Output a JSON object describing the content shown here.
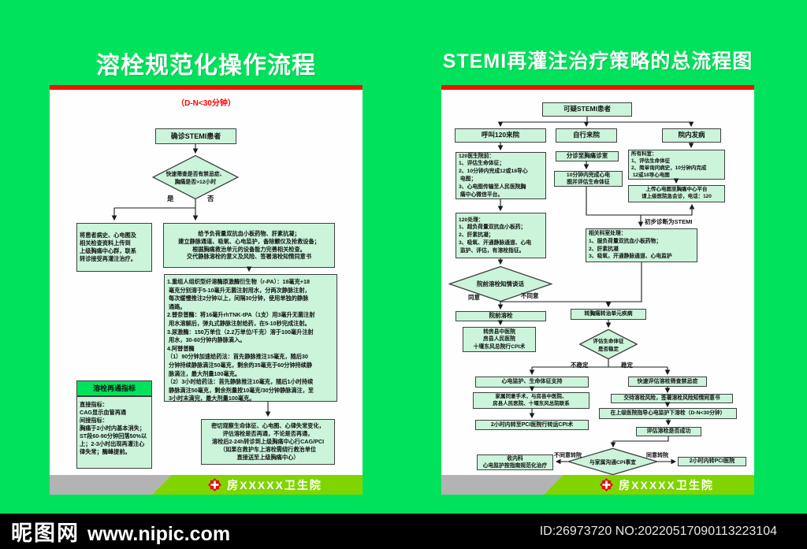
{
  "colors": {
    "bg_green": "#00E25C",
    "red_bar": "#EC1505",
    "red_text": "#FF0000",
    "box_fill": "#CBF4DB",
    "box_border": "#3F3F3F",
    "footer_green": "#80D500",
    "footer_gray": "#B3B3B3"
  },
  "left": {
    "title": "溶栓规范化操作流程",
    "dn_label": "（D-N<30分钟）",
    "footer_label": "房XXXXX卫生院",
    "nodes": {
      "confirm": "确诊STEMI患者",
      "screen": "快速筛查是否有禁忌症、\n胸痛是否>12小时",
      "yes": "是",
      "no": "否",
      "transfer_up": "将患者病史、心电图及\n相关检查资料上传到\n上级胸痛中心群，联系\n转诊接受再灌注治疗。",
      "prepare": "给予负荷量双抗血小板药物、肝素抗凝；\n建立静脉通道、吸氧、心电监护，备除颤仪及抢救设备；\n根据胸痛救治单元的设备能力完善相关检查。\n交代静脉溶栓的意义及风险、签署溶栓知情同意书",
      "drugs": "1.重组人组织型纤溶酶原激酶衍生物（r-PA）：18毫克+18\n 毫克分别溶于5-10毫升无菌注射用水，分两次静脉注射，\n 每次缓慢推注2分钟以上，间隔30分钟，使用单独的静脉\n 通路。\n2.替奈普酶：将16毫升rhTNK-tPA（1支）用3毫升无菌注射\n 用水溶解后，弹丸式静脉注射给药，在5-10秒完成注射。\n3.尿激酶：150万单位（2.2万单位/千克）溶于100毫升注射\n 用水，30-60分钟内静脉滴入。\n4.阿替普酶\n（1）90分钟加速给药法：首先静脉推注15毫克，随后30\n 分钟持续静脉滴注50毫克，剩余的35毫克于60分钟持续静\n 脉滴注，最大剂量100毫克。\n（2）3小时给药法：首先静脉推注10毫克，随后1小时持续\n 静脉滴注50毫克，剩余剂量按10毫克/30分钟静脉滴注，至\n 3小时末滴完，最大剂量100毫克。",
      "observe": "密切观察生命体征、心电图、心律失常变化，\n评估溶栓是否再通，不论是否再通，\n溶栓后2-24h转诊到上级胸痛中心行CAG/PCI\n（如果在救护车上溶栓需绕行救治单位\n直接送至上级胸痛中心）",
      "indicator_title": "溶栓再通指标",
      "indicator_body": "直接指标：\nCAG显示血管再通\n间接指标：\n胸痛于2小时内基本消失；\nST段60-90分钟回落50%以\n上；2-3小时出现再灌注心\n律失常；酶峰提前。"
    }
  },
  "right": {
    "title": "STEMI再灌注治疗策略的总流程图",
    "footer_label": "房XXXXX卫生院",
    "nodes": {
      "suspect": "可疑STEMI患者",
      "call120": "呼叫120来院",
      "self_arrive": "自行来院",
      "inhospital": "院内发病",
      "ems_prehospital": "120医生院前：\n1、评估生命体征；\n2、10分钟内完成12或18导心\n 电图；\n3、心电图传输至人民医院胸\n 痛中心微信平台。",
      "ems_handle": "120处理：\n1、超负荷量双抗血小板药；\n2、肝素抗凝；\n3、吸氧、开通静脉通道、心电\n 监护、评估，有溶栓指征。",
      "triage": "分诊至胸痛诊室",
      "ecg10min": "10分钟内完成心电\n图并评估生命体征",
      "all_depts": "所有科室：\n1、评估生命体征\n2、简单询问病史，10分钟内完成\n 12或18导心电图",
      "upload_ecg": "上传心电图至胸痛中心平台\n请上级医院急会诊，电话：120",
      "stemi_label": "初步诊断为STEMI",
      "dept_handle": "相关科室处理：\n1、服负荷量双抗血小板药物；\n2、肝素抗凝\n3、吸氧，开通静脉通道、心电监护",
      "consent_talk": "院前溶栓知情谈话",
      "agree": "同意",
      "disagree": "不同意",
      "prehospital_lysis": "院前溶栓",
      "transfer_hospitals": "转房县中医院\n房县人民医院\n十堰东风总院行CPI术",
      "transfer_unit": "转胸痛转治单元疾病",
      "vital_decision": "评估生命体征\n是否稳定",
      "unstable": "不稳定",
      "stable": "稳定",
      "monitor_support": "心电监护、生命体征支持",
      "family_consent": "家属同意手术，与房县中医院、\n房县人民医院、十堰东风总院联系",
      "transfer_2h_cpi": "2小时内转至PCI医院行转运CPI术",
      "rapid_screen": "快速评估溶栓筛查禁忌症",
      "sign_risk": "交待溶栓风险，签署溶栓风险知情同意书",
      "lysis_guided": "在上级医院指导心电监护下溶栓（D-N<30分钟）",
      "eval_success": "评估溶栓是否成功",
      "family_cpi_talk": "与家属沟通CPI事宜",
      "disagree_transfer": "不同意转院",
      "agree_transfer": "同意转院",
      "internal_med": "收内科\n心电监护按指南规范化治疗",
      "transfer_2h_pci": "2小时内转PCI医院"
    }
  },
  "watermark": {
    "site_name": "昵图网",
    "site_url": "www.nipic.com",
    "id_label": "ID:26973720 NO:20220517090113223104"
  }
}
